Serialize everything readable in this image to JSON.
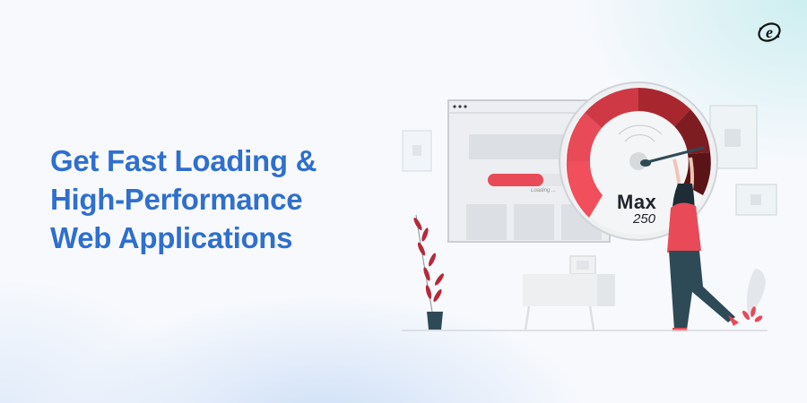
{
  "banner": {
    "headline": {
      "line1": "Get Fast Loading &",
      "line2": "High-Performance",
      "line3": "Web Applications"
    },
    "logo": {
      "icon": "e-logo-icon",
      "glyph": "e"
    },
    "illustration": {
      "browser_window": {
        "dots": 3,
        "progress_bar_color": "#e84a57",
        "loading_label": "Loading ..."
      },
      "speedometer": {
        "label": "Max",
        "value": "250",
        "segment_colors": [
          "#f04f5b",
          "#e2434f",
          "#c73541",
          "#a8272f",
          "#7d1d22",
          "#5a1317"
        ]
      },
      "person": {
        "shirt_color": "#e84a57",
        "pants_color": "#2e4a57",
        "hair_color": "#1e2d35"
      },
      "plant_color": "#b52a3a",
      "vase_color": "#2e4a57"
    },
    "colors": {
      "headline": "#2f6fcf",
      "accent_red": "#e84a57",
      "dark_teal": "#2e4a57"
    }
  }
}
